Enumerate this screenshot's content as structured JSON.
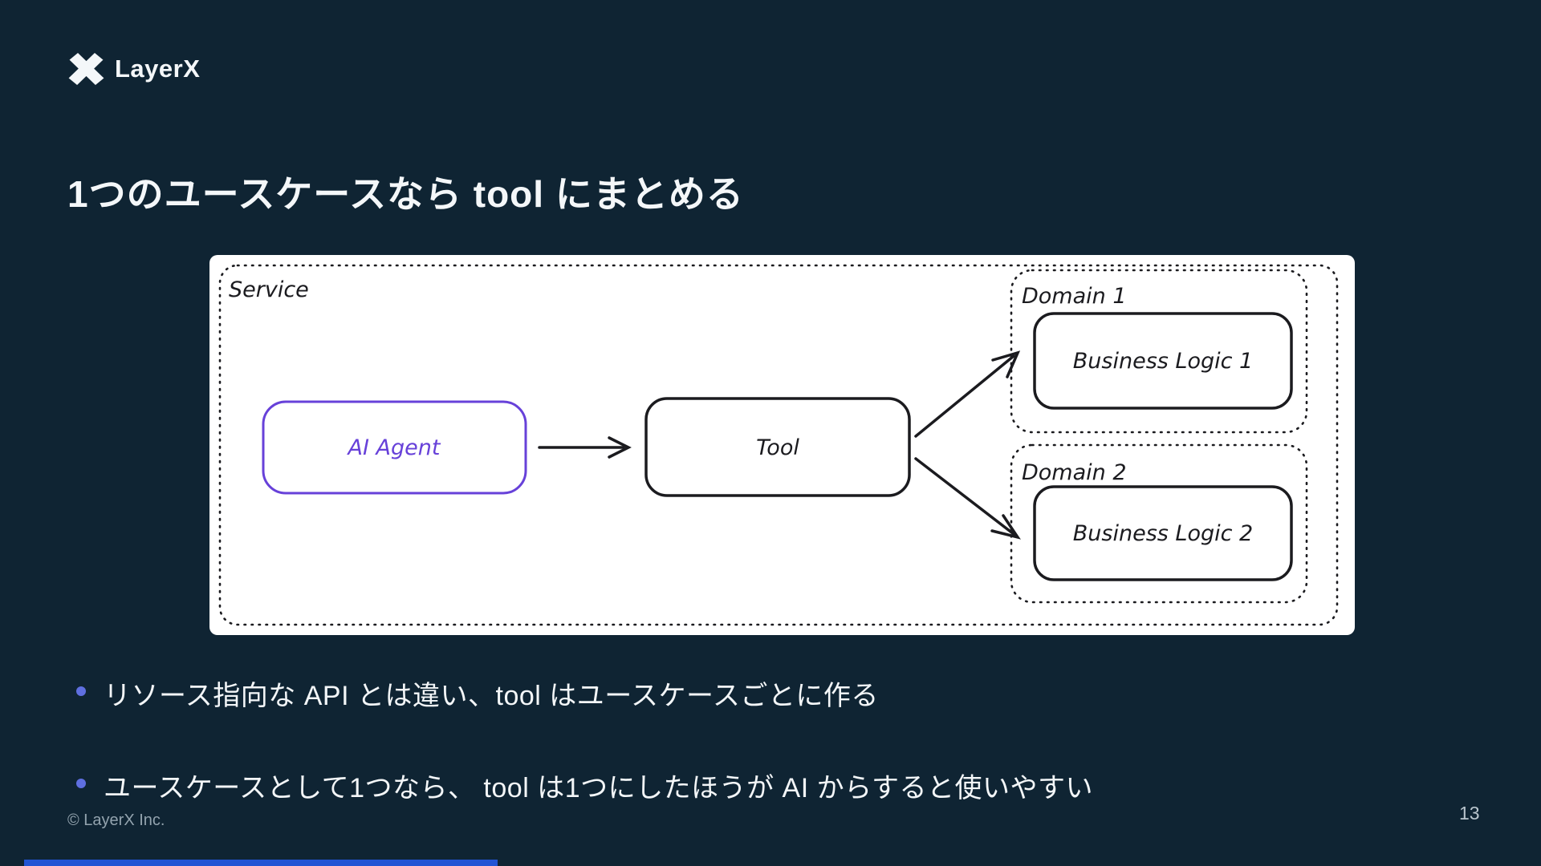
{
  "logo": {
    "brand": "LayerX"
  },
  "title": "1つのユースケースなら tool にまとめる",
  "diagram": {
    "service_label": "Service",
    "ai_agent_label": "AI Agent",
    "tool_label": "Tool",
    "domain1_label": "Domain 1",
    "business_logic1_label": "Business Logic 1",
    "domain2_label": "Domain 2",
    "business_logic2_label": "Business Logic 2"
  },
  "bullets": [
    "リソース指向な API とは違い、tool はユースケースごとに作る",
    "ユースケースとして1つなら、 tool は1つにしたほうが AI からすると使いやすい"
  ],
  "footer": {
    "copyright": "© LayerX Inc.",
    "page_number": "13"
  },
  "colors": {
    "background": "#0f2433",
    "panel": "#ffffff",
    "diagram_ink": "#1b1b1f",
    "accent_purple": "#6741d9",
    "bullet_dot": "#5f6fe0",
    "muted_text": "#93a3ae",
    "bottom_bar": "#2154d4"
  }
}
